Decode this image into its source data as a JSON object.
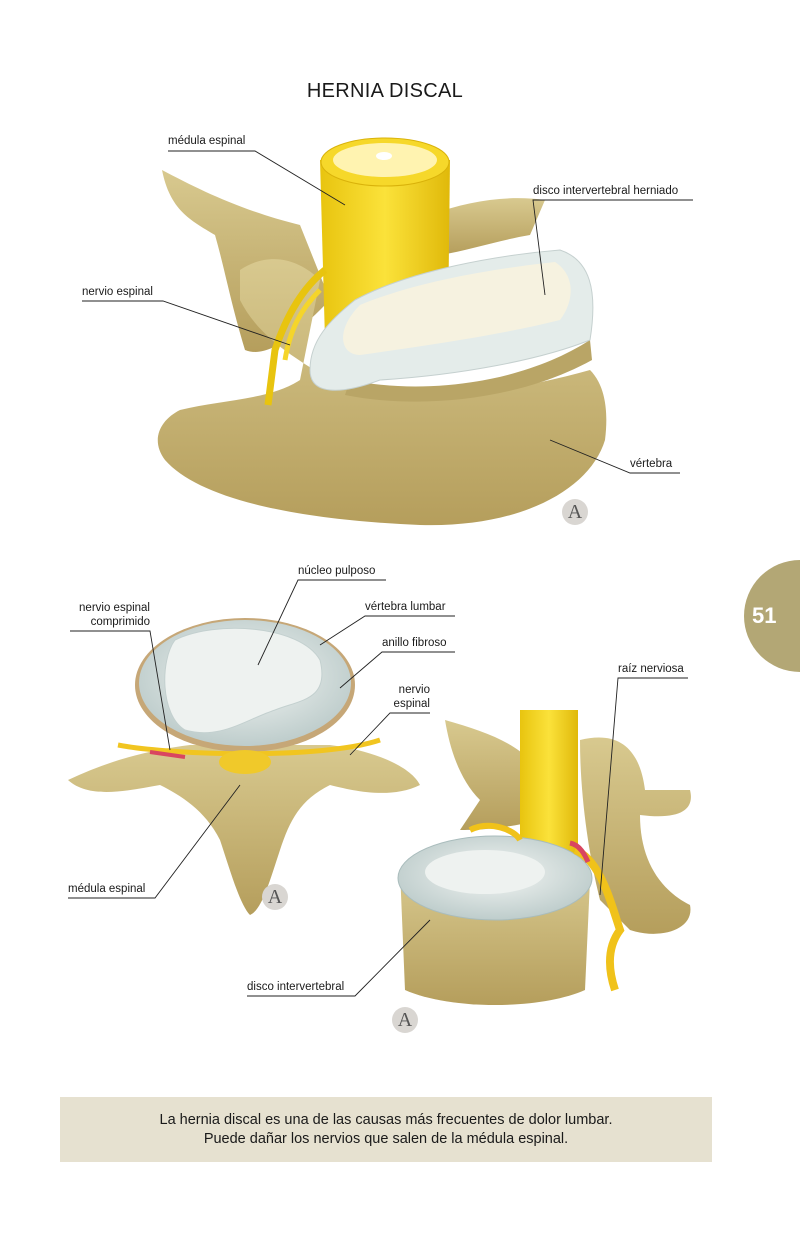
{
  "title": "HERNIA DISCAL",
  "figure_top": {
    "labels": {
      "spinal_cord": "médula espinal",
      "herniated_disc": "disco intervertebral herniado",
      "spinal_nerve": "nervio espinal",
      "vertebra": "vértebra"
    },
    "logo": "A"
  },
  "figure_bottom_left": {
    "labels": {
      "nucleus": "núcleo pulposo",
      "lumbar_vertebra": "vértebra lumbar",
      "compressed_nerve_line1": "nervio espinal",
      "compressed_nerve_line2": "comprimido",
      "annulus": "anillo fibroso",
      "spinal_nerve_line1": "nervio",
      "spinal_nerve_line2": "espinal",
      "spinal_cord": "médula espinal"
    },
    "logo": "A"
  },
  "figure_bottom_right": {
    "labels": {
      "nerve_root": "raíz nerviosa",
      "disc": "disco intervertebral"
    },
    "logo": "A"
  },
  "page_number": "51",
  "caption": {
    "line1": "La hernia discal es una de las causas más frecuentes de dolor lumbar.",
    "line2": "Puede dañar los nervios que salen de la médula espinal."
  },
  "colors": {
    "bone": "#c9b679",
    "disc": "#dfe6e4",
    "cord": "#f2d21b",
    "tab": "#b3a775",
    "caption_bg": "#e6e1d0"
  }
}
